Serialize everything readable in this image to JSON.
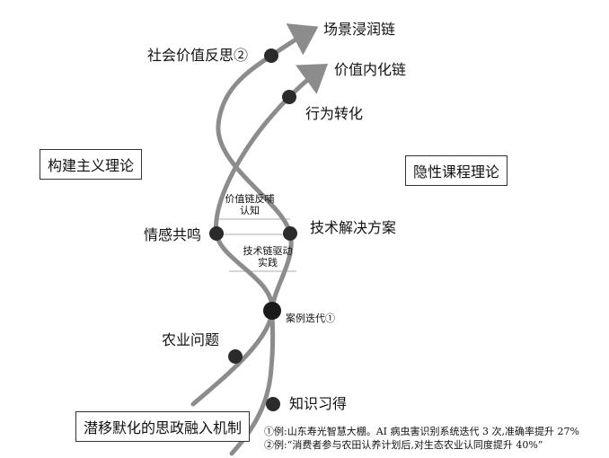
{
  "diagram": {
    "end_labels": {
      "scene_chain": "场景浸润链",
      "value_chain": "价值内化链"
    },
    "nodes": {
      "social_reflection": "社会价值反思②",
      "behavior": "行为转化",
      "emotion": "情感共鸣",
      "tech_solution": "技术解决方案",
      "case_iteration": "案例迭代①",
      "agri_problem": "农业问题",
      "knowledge": "知识习得"
    },
    "links": {
      "feedback_line1": "价值链反哺",
      "feedback_line2": "认知",
      "drive_line1": "技术链驱动",
      "drive_line2": "实践"
    },
    "boxes": {
      "constructivism": "构建主义理论",
      "hidden_curriculum": "隐性课程理论",
      "mechanism": "潜移默化的思政融入机制"
    },
    "footnotes": {
      "note1": "①例:山东寿光智慧大棚。AI 病虫害识别系统迭代 3 次,准确率提升 27%",
      "note2": "②例:“消费者参与农田认养计划后,对生态农业认同度提升 40%”"
    },
    "colors": {
      "curve": "#8c8c8c",
      "node": "#2b2b2b",
      "link": "#bdbdbd"
    }
  }
}
